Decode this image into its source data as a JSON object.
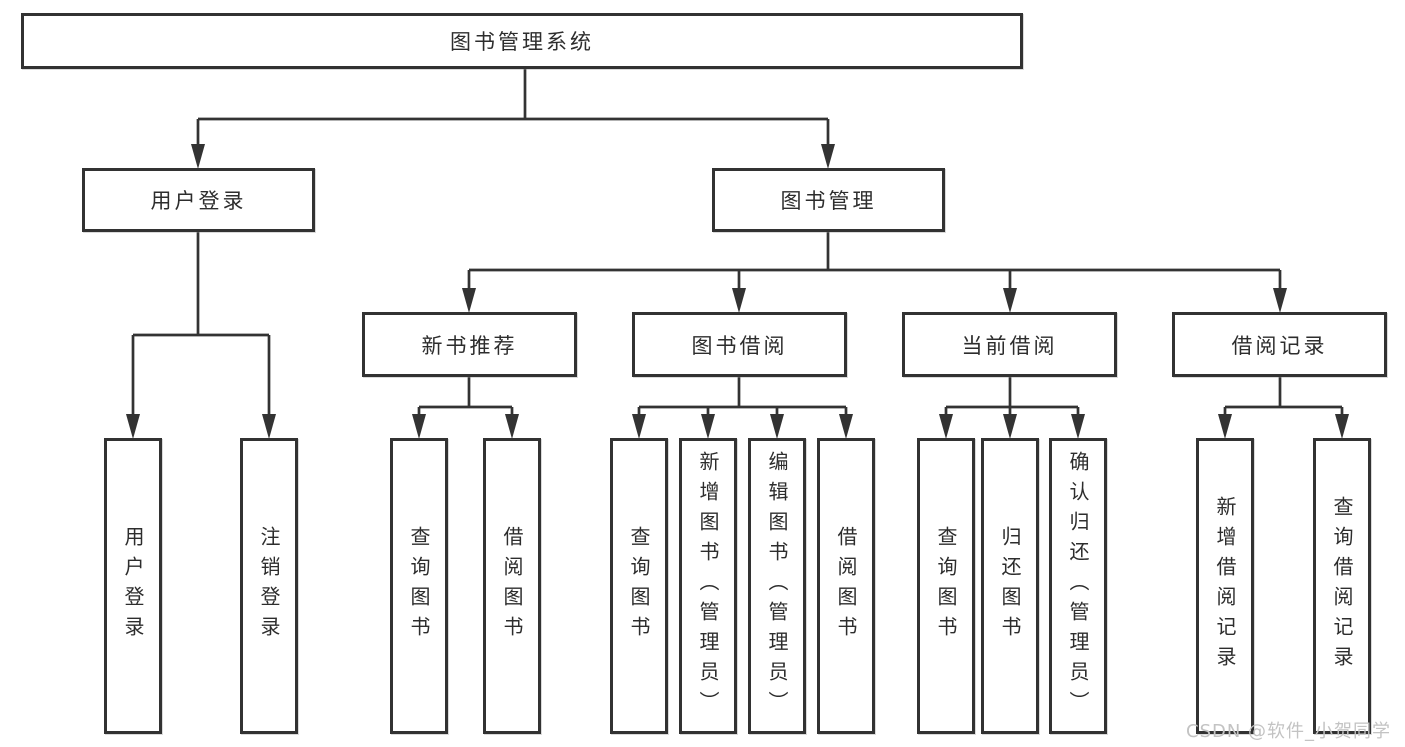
{
  "tree": {
    "root": {
      "label": "图书管理系统",
      "children": [
        {
          "label": "用户登录",
          "children": [
            {
              "label": "用户登录"
            },
            {
              "label": "注销登录"
            }
          ]
        },
        {
          "label": "图书管理",
          "children": [
            {
              "label": "新书推荐",
              "children": [
                {
                  "label": "查询图书"
                },
                {
                  "label": "借阅图书"
                }
              ]
            },
            {
              "label": "图书借阅",
              "children": [
                {
                  "label": "查询图书"
                },
                {
                  "label": "新增图书（管理员）"
                },
                {
                  "label": "编辑图书（管理员）"
                },
                {
                  "label": "借阅图书"
                }
              ]
            },
            {
              "label": "当前借阅",
              "children": [
                {
                  "label": "查询图书"
                },
                {
                  "label": "归还图书"
                },
                {
                  "label": "确认归还（管理员）"
                }
              ]
            },
            {
              "label": "借阅记录",
              "children": [
                {
                  "label": "新增借阅记录"
                },
                {
                  "label": "查询借阅记录"
                }
              ]
            }
          ]
        }
      ]
    }
  },
  "watermark": {
    "text": "CSDN @软件_小贺同学"
  },
  "colors": {
    "line": "#333333",
    "box_border": "#323232",
    "text": "#2d2d2d",
    "watermark": "#c3c3c3",
    "background": "#ffffff"
  }
}
